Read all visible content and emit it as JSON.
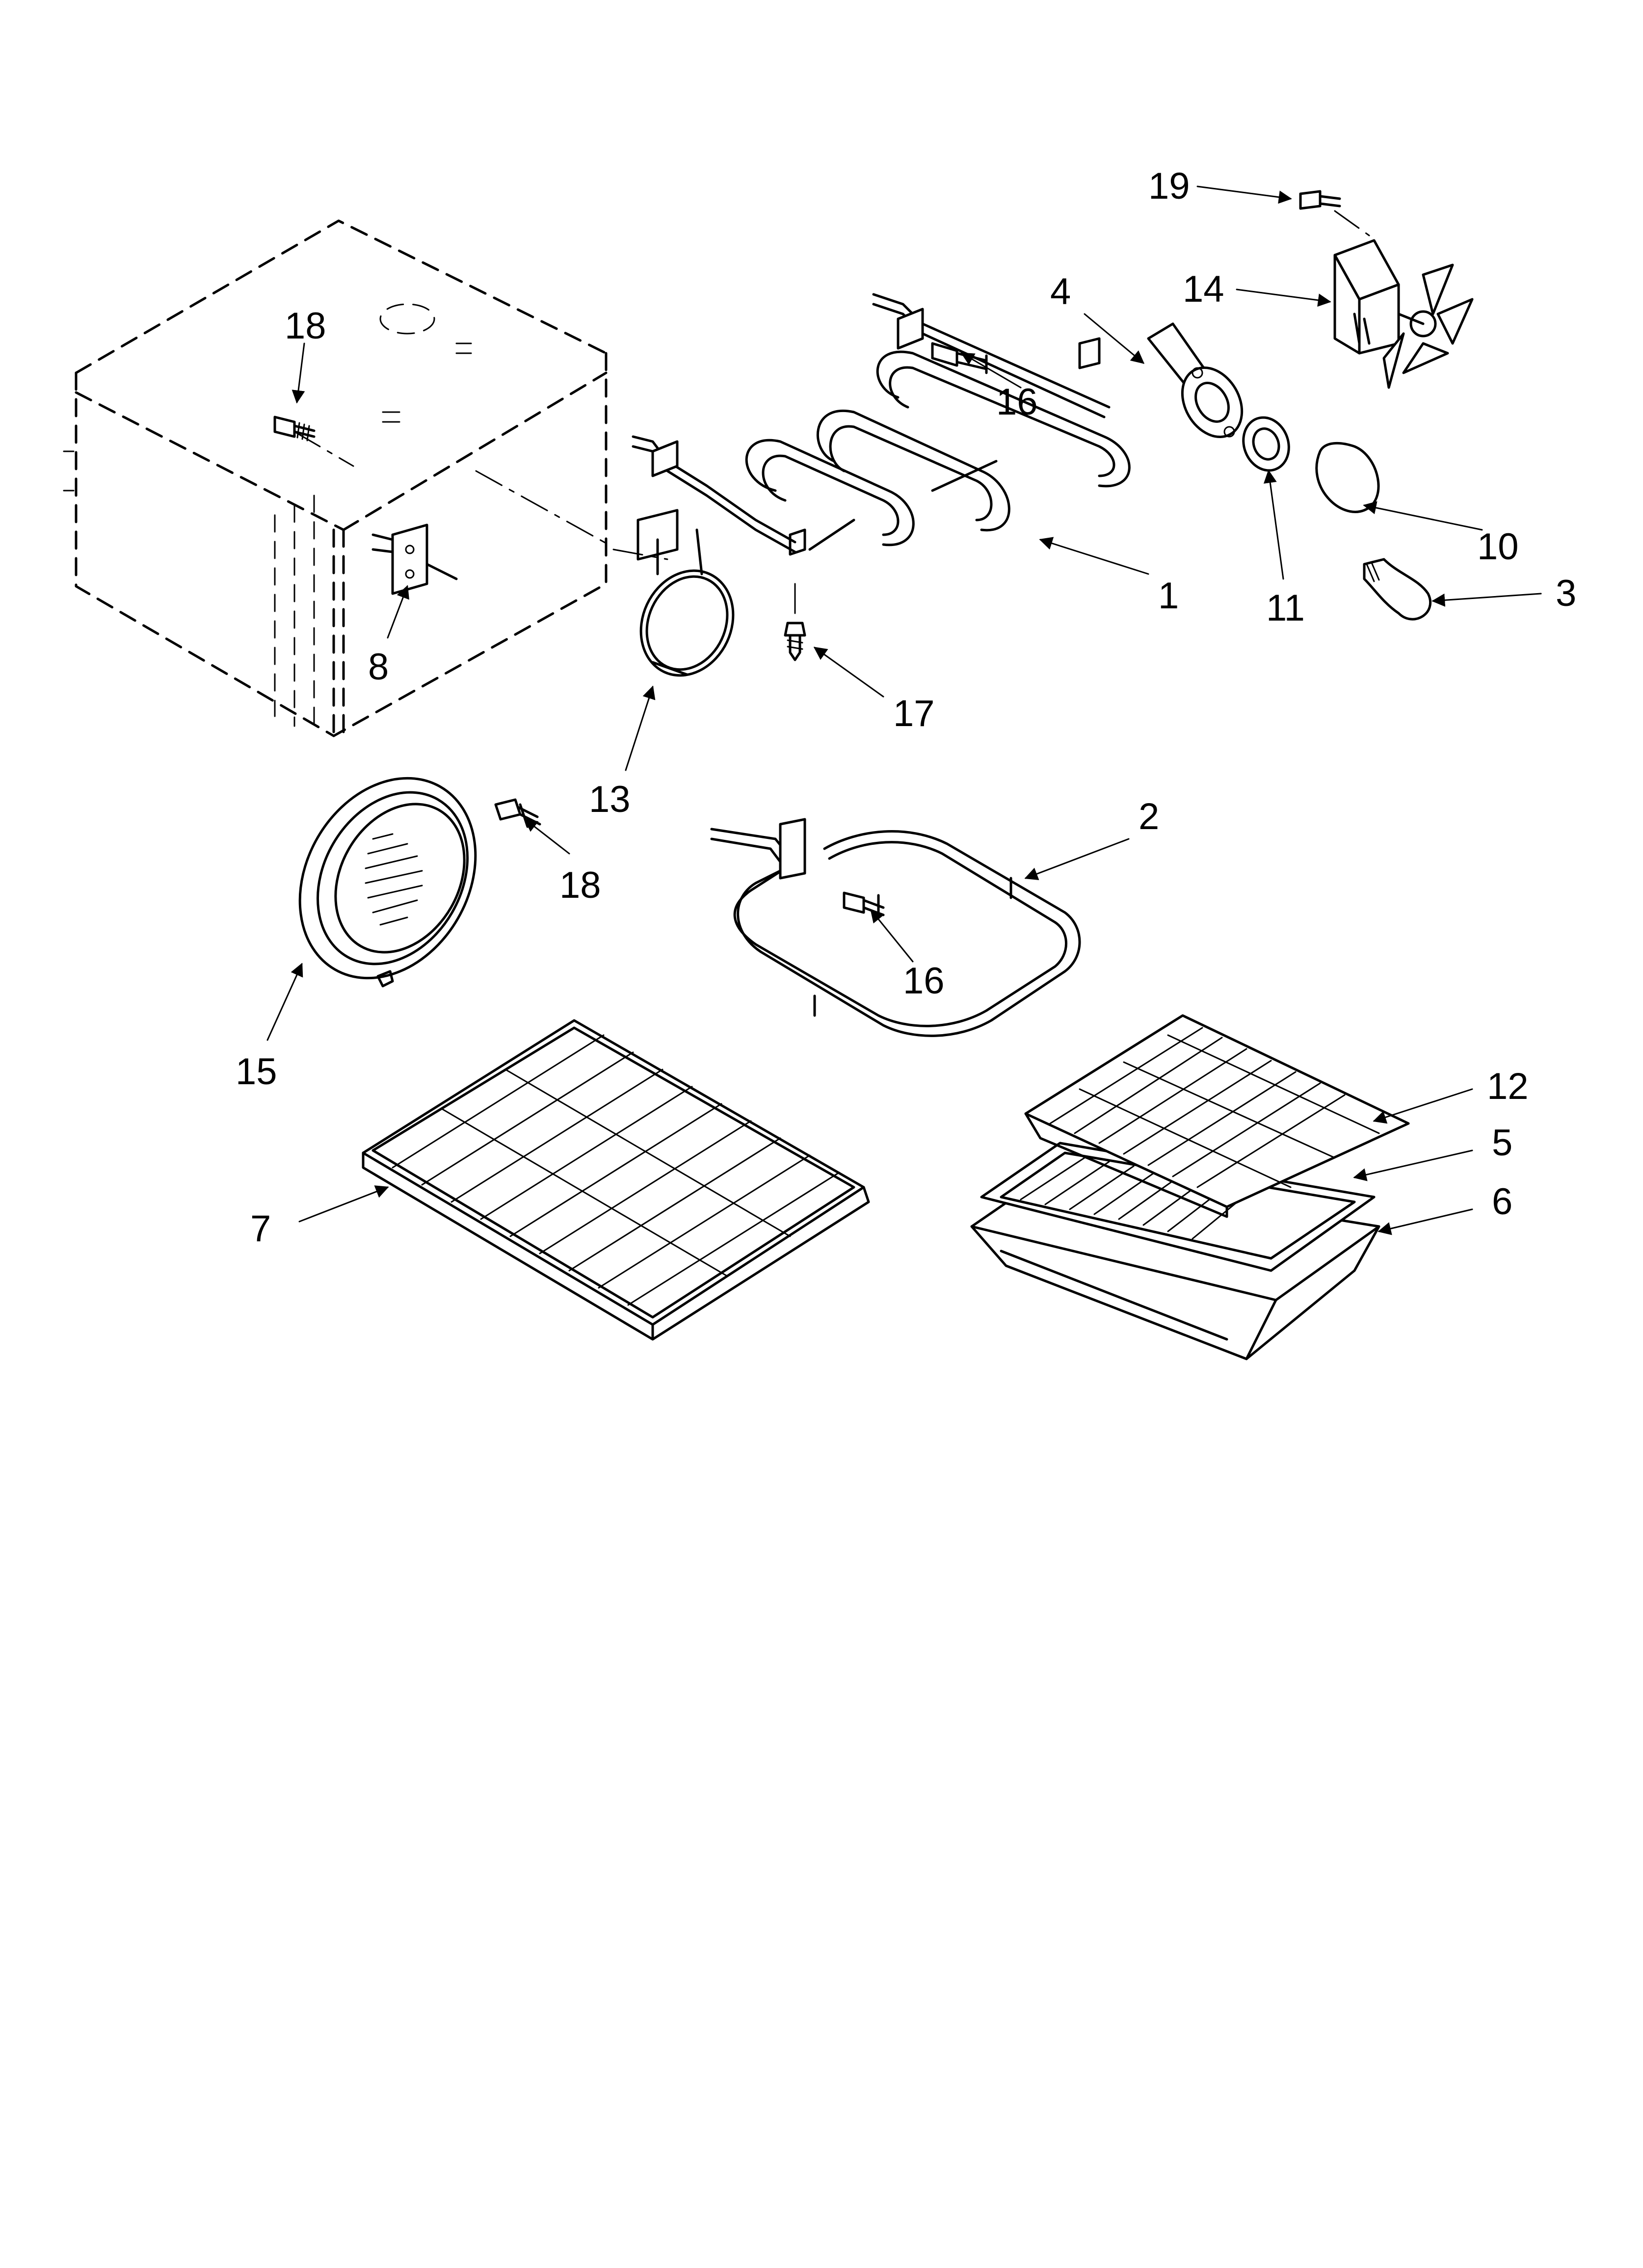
{
  "callouts": [
    {
      "id": "19",
      "text": "19"
    },
    {
      "id": "14",
      "text": "14"
    },
    {
      "id": "4",
      "text": "4"
    },
    {
      "id": "18a",
      "text": "18"
    },
    {
      "id": "16a",
      "text": "16"
    },
    {
      "id": "10",
      "text": "10"
    },
    {
      "id": "1",
      "text": "1"
    },
    {
      "id": "11",
      "text": "11"
    },
    {
      "id": "3",
      "text": "3"
    },
    {
      "id": "8",
      "text": "8"
    },
    {
      "id": "17",
      "text": "17"
    },
    {
      "id": "13",
      "text": "13"
    },
    {
      "id": "2",
      "text": "2"
    },
    {
      "id": "18b",
      "text": "18"
    },
    {
      "id": "16b",
      "text": "16"
    },
    {
      "id": "15",
      "text": "15"
    },
    {
      "id": "12",
      "text": "12"
    },
    {
      "id": "5",
      "text": "5"
    },
    {
      "id": "6",
      "text": "6"
    },
    {
      "id": "7",
      "text": "7"
    }
  ]
}
